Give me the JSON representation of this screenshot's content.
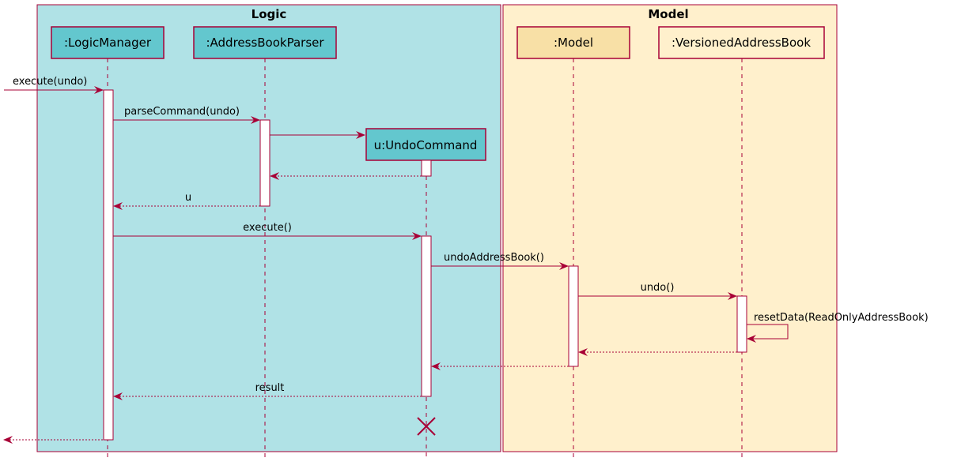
{
  "boxes": {
    "logic": {
      "title": "Logic",
      "color": "#B0E2E6"
    },
    "model": {
      "title": "Model",
      "color": "#FFF0CC"
    }
  },
  "participants": {
    "logic_manager": {
      "label": ":LogicManager",
      "color": "#63C7CE"
    },
    "parser": {
      "label": ":AddressBookParser",
      "color": "#63C7CE"
    },
    "undo_command": {
      "label": "u:UndoCommand",
      "color": "#63C7CE"
    },
    "model": {
      "label": ":Model",
      "color": "#F8E0A6"
    },
    "versioned_ab": {
      "label": ":VersionedAddressBook",
      "color": "#FFF0CC"
    }
  },
  "messages": {
    "execute_undo": "execute(undo)",
    "parse_command": "parseCommand(undo)",
    "return_u": "u",
    "execute": "execute()",
    "undo_address_book": "undoAddressBook()",
    "undo": "undo()",
    "reset_data": "resetData(ReadOnlyAddressBook)",
    "result": "result"
  },
  "accent_color": "#A80036"
}
